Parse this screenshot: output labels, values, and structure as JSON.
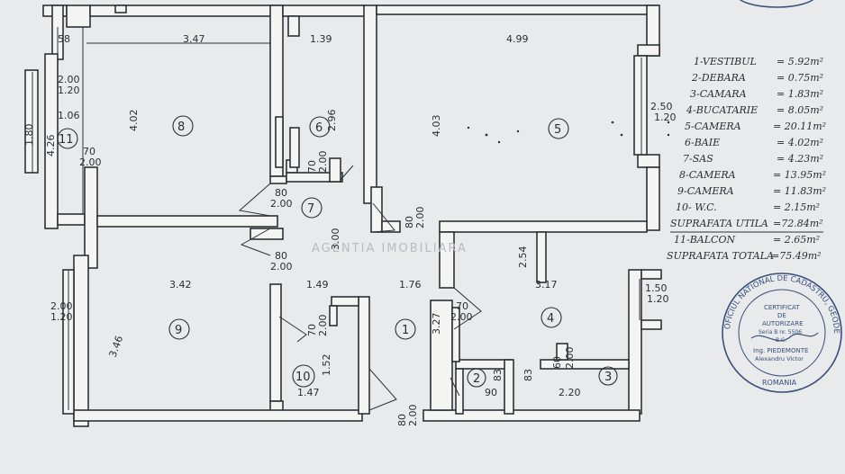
{
  "rooms": [
    {
      "num": "1"
    },
    {
      "num": "2"
    },
    {
      "num": "3"
    },
    {
      "num": "4"
    },
    {
      "num": "5"
    },
    {
      "num": "6"
    },
    {
      "num": "7"
    },
    {
      "num": "8"
    },
    {
      "num": "9"
    },
    {
      "num": "10"
    },
    {
      "num": "11"
    }
  ],
  "dims": [
    "58",
    "3.47",
    "1.39",
    "4.99",
    "2.00",
    "1.20",
    "1.06",
    "4.02",
    "2.96",
    "4.03",
    "2.50",
    "1.20",
    "1.80",
    "4.26",
    "70",
    "2.00",
    "80",
    "2.00",
    "70",
    "2.00",
    "3.00",
    "80",
    "2.00",
    "80",
    "2.00",
    "3.42",
    "1.49",
    "1.76",
    "3.17",
    "2.54",
    "1.50",
    "1.20",
    "2.00",
    "1.20",
    "3.46",
    "70",
    "2.00",
    "70",
    "2.00",
    "1.52",
    "1.47",
    "3.27",
    "83",
    "90",
    "83",
    "2.20",
    "60",
    "2.00",
    "80",
    "2.00"
  ],
  "legend": [
    {
      "label": "1-VESTIBUL",
      "value": "= 5.92m²"
    },
    {
      "label": "2-DEBARA",
      "value": "= 0.75m²"
    },
    {
      "label": "3-CAMARA",
      "value": "= 1.83m²"
    },
    {
      "label": "4-BUCATARIE",
      "value": "= 8.05m²"
    },
    {
      "label": "5-CAMERA",
      "value": "= 20.11m²"
    },
    {
      "label": "6-BAIE",
      "value": "= 4.02m²"
    },
    {
      "label": "7-SAS",
      "value": "= 4.23m²"
    },
    {
      "label": "8-CAMERA",
      "value": "= 13.95m²"
    },
    {
      "label": "9-CAMERA",
      "value": "= 11.83m²"
    },
    {
      "label": "10- W.C.",
      "value": "= 2.15m²"
    },
    {
      "label": "SUPRAFATA UTILA",
      "value": "=72.84m²"
    },
    {
      "label": "11-BALCON",
      "value": "= 2.65m²"
    },
    {
      "label": "SUPRAFATA TOTALA",
      "value": "=75.49m²"
    }
  ],
  "watermark": "AGENTIA IMOBILIARA",
  "stamp": {
    "ring": "OFICIUL NATIONAL DE CADASTRU, GEODEZIE SI CARTOGRAFIE",
    "line1": "CERTIFICAT",
    "line2": "DE",
    "line3": "AUTORIZARE",
    "line4": "Seria B nr. 5506",
    "line5": "B.C.",
    "line6": "Ing. PIEDEMONTE",
    "line7": "Alexandru Victor",
    "country": "ROMANIA"
  },
  "colors": {
    "ink": "#2c3238",
    "paper": "#f4f4f2",
    "stamp": "#3a4f7c"
  }
}
